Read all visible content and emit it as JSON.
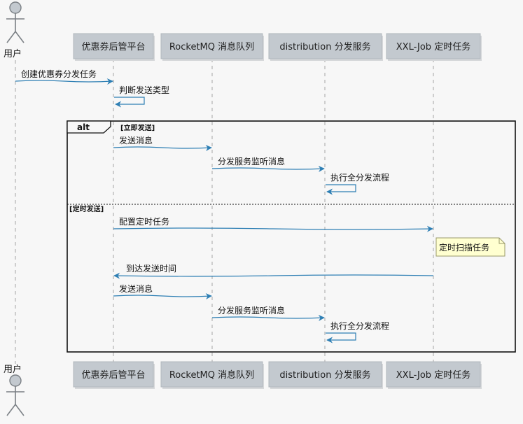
{
  "participants": [
    {
      "id": "user",
      "label": "用户",
      "kind": "actor"
    },
    {
      "id": "admin",
      "label": "优惠券后管平台",
      "kind": "box"
    },
    {
      "id": "mq",
      "label": "RocketMQ 消息队列",
      "kind": "box"
    },
    {
      "id": "dist",
      "label": "distribution 分发服务",
      "kind": "box"
    },
    {
      "id": "xxl",
      "label": "XXL-Job 定时任务",
      "kind": "box"
    }
  ],
  "messages": [
    {
      "from": "user",
      "to": "admin",
      "text": "创建优惠券分发任务"
    },
    {
      "from": "admin",
      "to": "admin",
      "text": "判断发送类型"
    },
    {
      "from": "admin",
      "to": "mq",
      "text": "发送消息"
    },
    {
      "from": "mq",
      "to": "dist",
      "text": "分发服务监听消息"
    },
    {
      "from": "dist",
      "to": "dist",
      "text": "执行全分发流程"
    },
    {
      "from": "admin",
      "to": "xxl",
      "text": "配置定时任务"
    },
    {
      "from": "xxl",
      "to": "admin",
      "text": "到达发送时间"
    },
    {
      "from": "admin",
      "to": "mq",
      "text": "发送消息"
    },
    {
      "from": "mq",
      "to": "dist",
      "text": "分发服务监听消息"
    },
    {
      "from": "dist",
      "to": "dist",
      "text": "执行全分发流程"
    }
  ],
  "fragment": {
    "label": "alt",
    "branches": [
      {
        "guard": "[立即发送]"
      },
      {
        "guard": "[定时发送]"
      }
    ]
  },
  "notes": [
    {
      "anchor": "xxl",
      "text": "定时扫描任务"
    }
  ],
  "colors": {
    "background": "#f7f7f7",
    "participant_fill": "#c3c9cf",
    "participant_text": "#222222",
    "arrow": "#2e7fb4",
    "lifeline": "#a5a5a5",
    "note_fill": "#ffffd0",
    "frame": "#111111"
  }
}
